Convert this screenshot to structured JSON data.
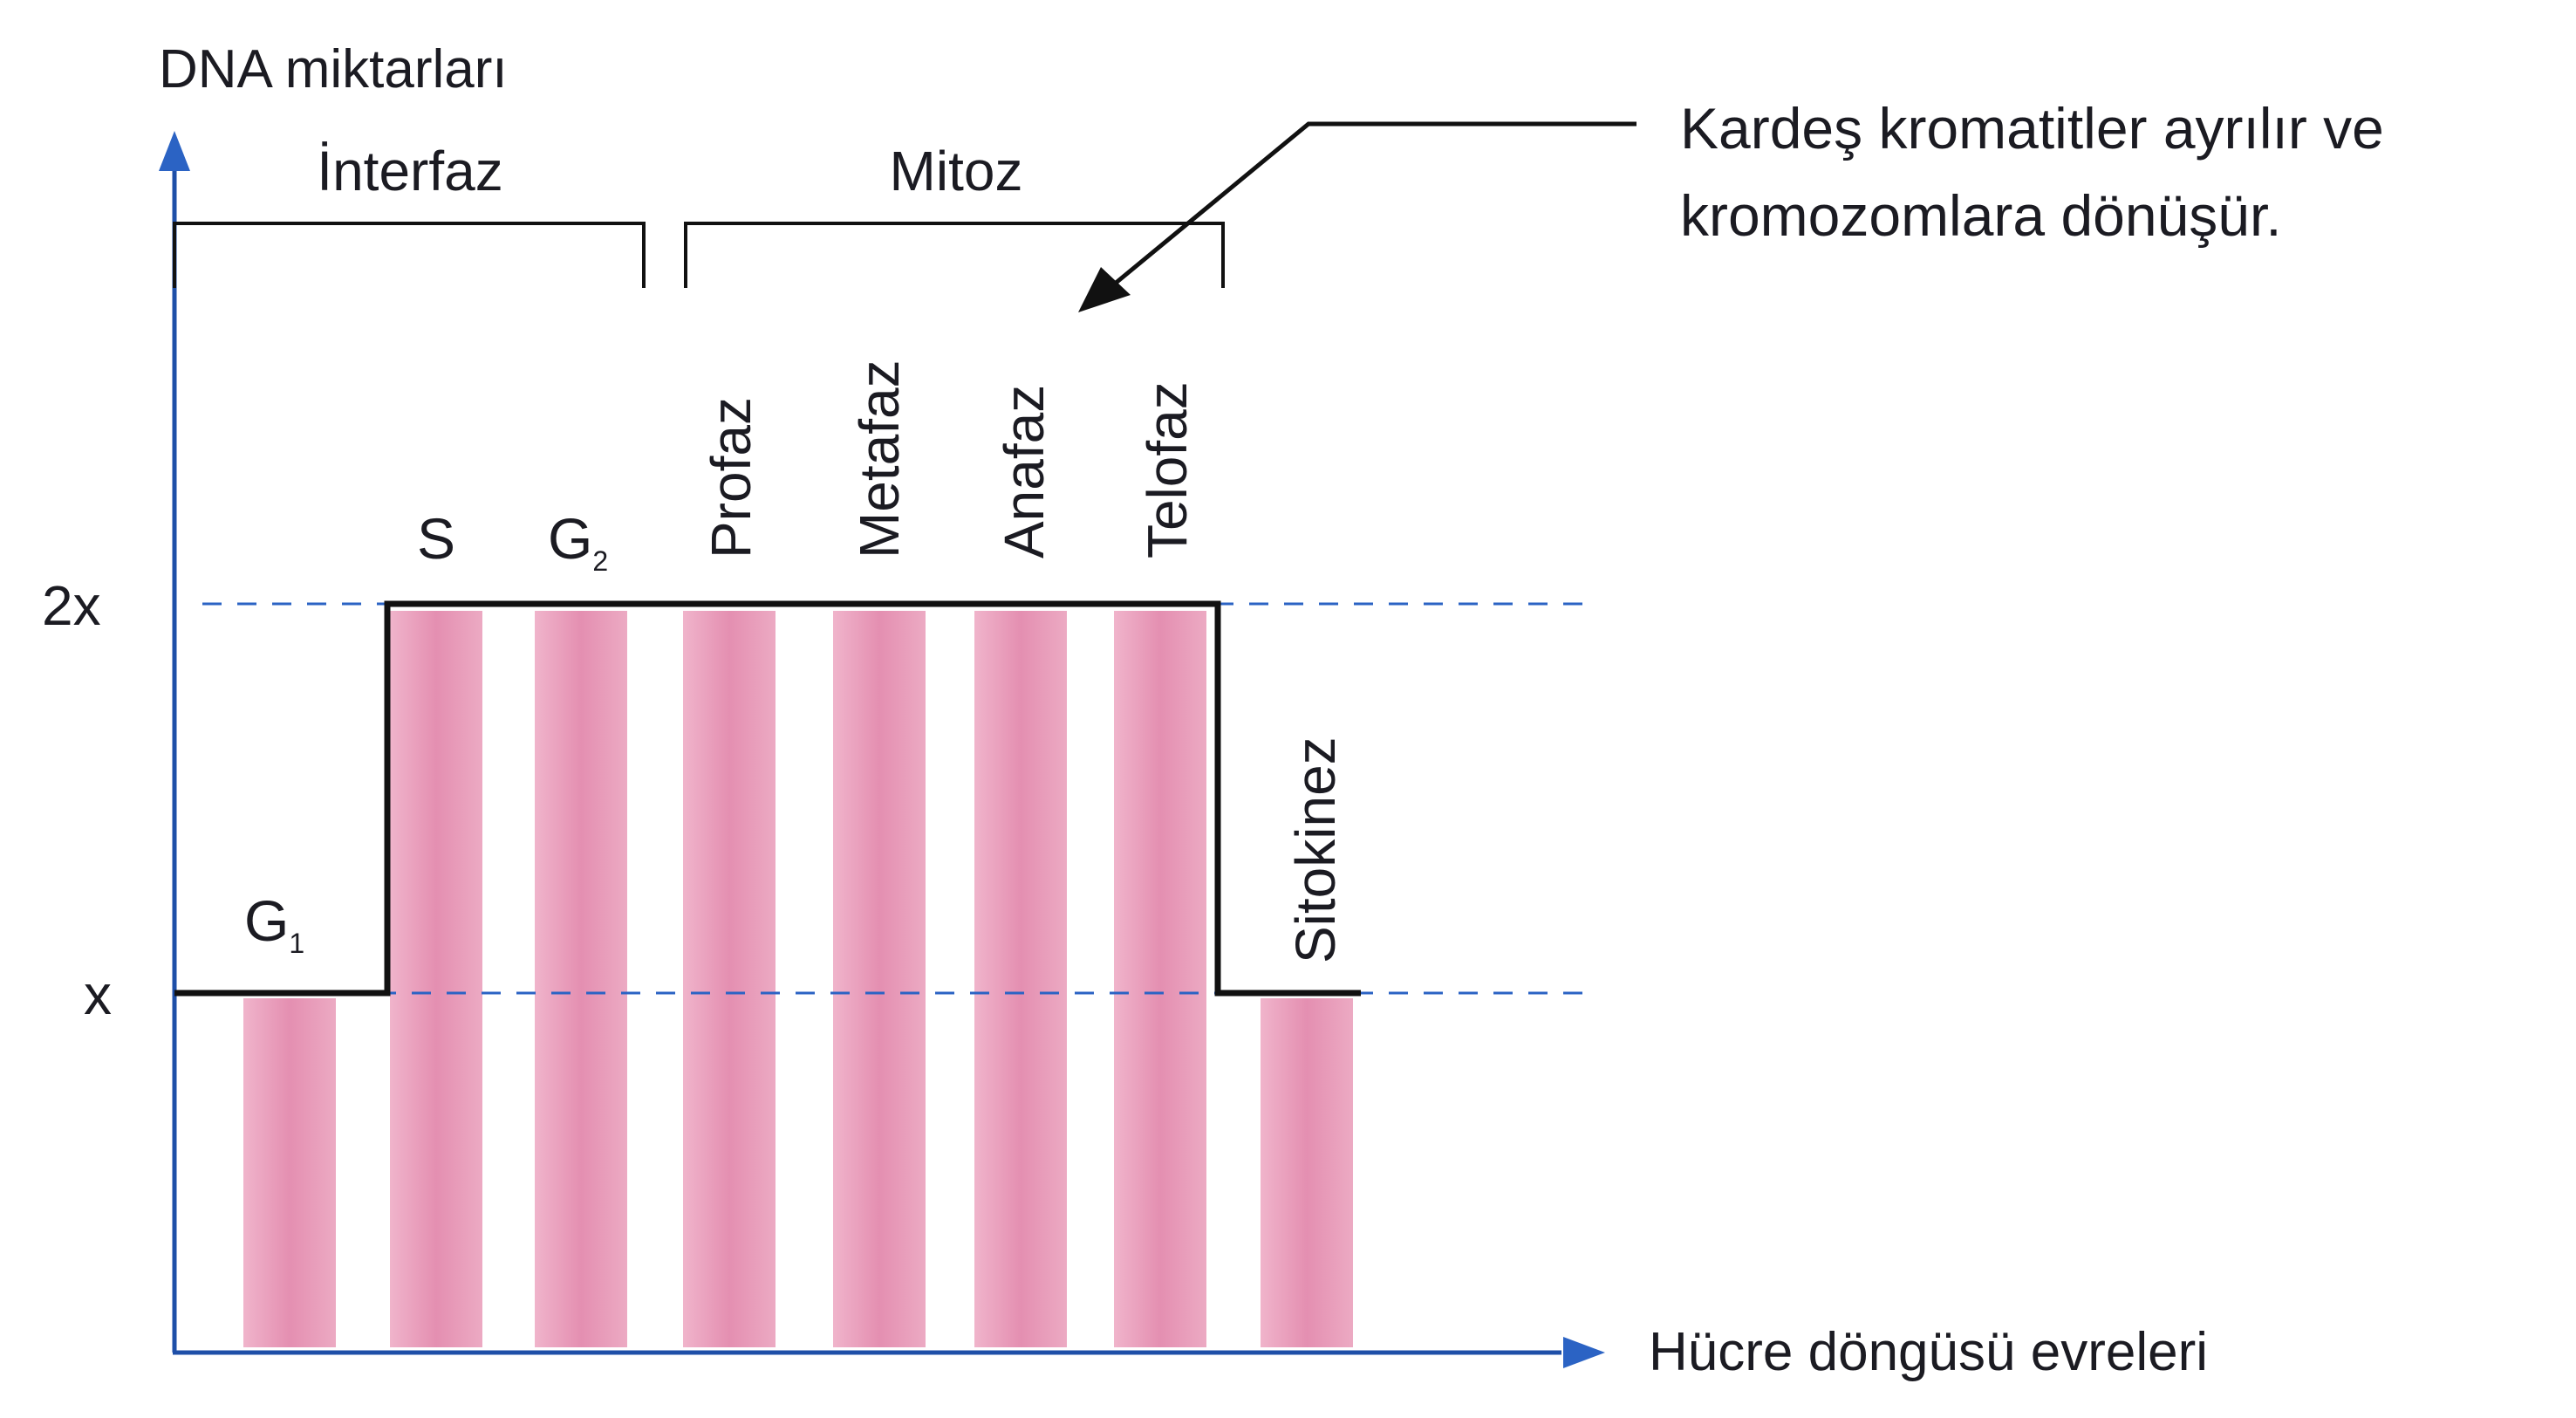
{
  "chart_data": {
    "type": "bar",
    "ylabel": "DNA miktarları",
    "xlabel": "Hücre döngüsü evreleri",
    "yticks": [
      "2x",
      "x"
    ],
    "groups": [
      {
        "label": "İnterfaz",
        "phases": [
          "G1",
          "S",
          "G2"
        ]
      },
      {
        "label": "Mitoz",
        "phases": [
          "Profaz",
          "Metafaz",
          "Anafaz",
          "Telofaz"
        ]
      }
    ],
    "phases": [
      {
        "id": "G1",
        "text": "G",
        "sub": "1",
        "dna": "x",
        "value": 1
      },
      {
        "id": "S",
        "text": "S",
        "sub": "",
        "dna": "2x",
        "value": 2
      },
      {
        "id": "G2",
        "text": "G",
        "sub": "2",
        "dna": "2x",
        "value": 2
      },
      {
        "id": "Profaz",
        "text": "Profaz",
        "sub": "",
        "dna": "2x",
        "value": 2
      },
      {
        "id": "Metafaz",
        "text": "Metafaz",
        "sub": "",
        "dna": "2x",
        "value": 2
      },
      {
        "id": "Anafaz",
        "text": "Anafaz",
        "sub": "",
        "dna": "2x",
        "value": 2
      },
      {
        "id": "Telofaz",
        "text": "Telofaz",
        "sub": "",
        "dna": "2x",
        "value": 2
      },
      {
        "id": "Sitokinez",
        "text": "Sitokinez",
        "sub": "",
        "dna": "x",
        "value": 1
      }
    ],
    "annotation": {
      "lines": [
        "Kardeş kromatitler ayrılır ve",
        "kromozomlara dönüşür."
      ],
      "target": "Anafaz"
    },
    "colors": {
      "bar": "#e69ab8",
      "line": "#111111",
      "axis": "#2b63c4",
      "dashed": "#2b63c4"
    }
  }
}
